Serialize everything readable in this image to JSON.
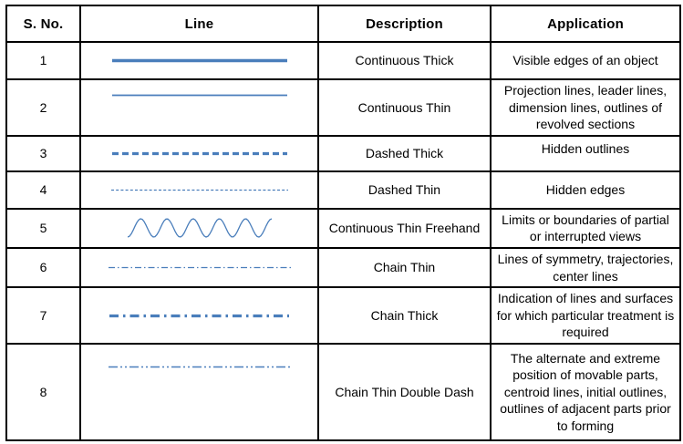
{
  "colors": {
    "line_blue": "#4a7ebb",
    "border_black": "#000000",
    "text_black": "#000000",
    "background": "#ffffff"
  },
  "table": {
    "headers": [
      "S. No.",
      "Line",
      "Description",
      "Application"
    ],
    "rows": [
      {
        "sno": "1",
        "line_type": "continuous-thick",
        "description": "Continuous Thick",
        "application": "Visible edges of an object"
      },
      {
        "sno": "2",
        "line_type": "continuous-thin",
        "description": "Continuous Thin",
        "application": "Projection lines, leader lines, dimension lines, outlines of revolved sections"
      },
      {
        "sno": "3",
        "line_type": "dashed-thick",
        "description": "Dashed Thick",
        "application": "Hidden outlines"
      },
      {
        "sno": "4",
        "line_type": "dashed-thin",
        "description": "Dashed Thin",
        "application": "Hidden edges"
      },
      {
        "sno": "5",
        "line_type": "freehand",
        "description": "Continuous Thin Freehand",
        "application": "Limits or boundaries of partial or interrupted views"
      },
      {
        "sno": "6",
        "line_type": "chain-thin",
        "description": "Chain Thin",
        "application": "Lines of symmetry, trajectories, center lines"
      },
      {
        "sno": "7",
        "line_type": "chain-thick",
        "description": "Chain Thick",
        "application": "Indication of lines and surfaces for which particular treatment is required"
      },
      {
        "sno": "8",
        "line_type": "chain-thin-double-dash",
        "description": "Chain Thin Double Dash",
        "application": "The alternate and extreme position of movable parts, centroid lines, initial outlines, outlines of adjacent parts prior to forming"
      }
    ]
  }
}
